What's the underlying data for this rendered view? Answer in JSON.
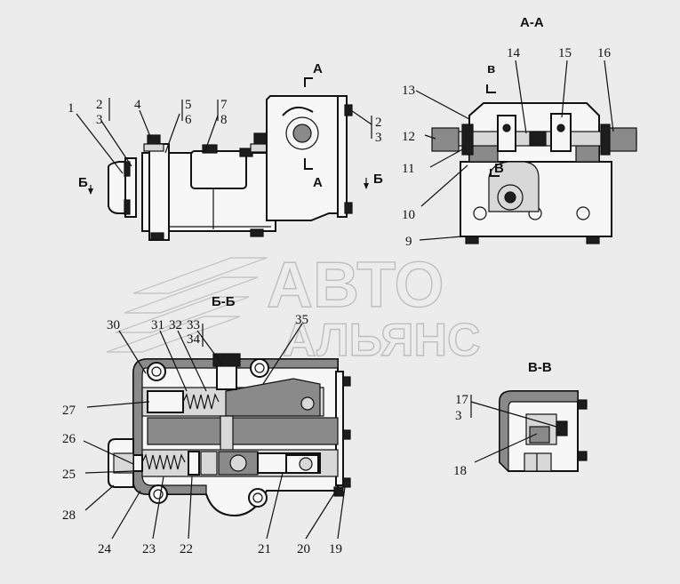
{
  "watermark": {
    "line1": "АВТО",
    "line2": "АЛЬЯНС"
  },
  "sections": {
    "aa": "А-А",
    "bb": "Б-Б",
    "vv": "В-В",
    "cut_a_top": "А",
    "cut_a_bottom": "А",
    "cut_b_left": "Б",
    "cut_b_right": "Б",
    "cut_v_top": "в",
    "cut_v_bottom": "В"
  },
  "callouts": {
    "n1": "1",
    "n2": "2",
    "n3": "3",
    "n4": "4",
    "n5": "5",
    "n6": "6",
    "n7": "7",
    "n8": "8",
    "n2r": "2",
    "n3r": "3",
    "n9": "9",
    "n10": "10",
    "n11": "11",
    "n12": "12",
    "n13": "13",
    "n14": "14",
    "n15": "15",
    "n16": "16",
    "n17": "17",
    "n3v": "3",
    "n18": "18",
    "n19": "19",
    "n20": "20",
    "n21": "21",
    "n22": "22",
    "n23": "23",
    "n24": "24",
    "n25": "25",
    "n26": "26",
    "n27": "27",
    "n28": "28",
    "n30": "30",
    "n31": "31",
    "n32": "32",
    "n33": "33",
    "n34": "34",
    "n35": "35"
  }
}
